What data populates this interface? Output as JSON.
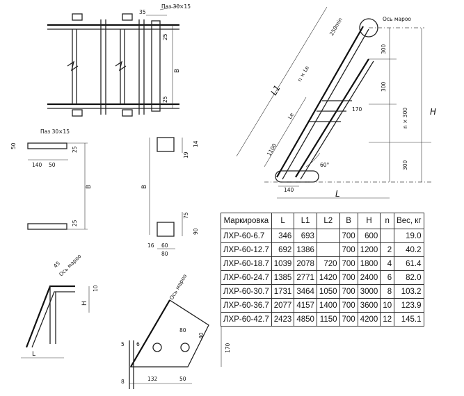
{
  "labels": {
    "paz_top": "Паз 30×15",
    "paz_side": "Паз 30×15",
    "os_maroo": "Ось марoo",
    "dim_35": "35",
    "dim_25a": "25",
    "dim_25b": "25",
    "dim_B_top": "В",
    "dim_250min": "250min",
    "dim_n_le": "n × Le",
    "dim_L1": "L1",
    "dim_L2": "Le",
    "dim_1100": "1100",
    "dim_300a": "300",
    "dim_300b": "300",
    "dim_300c": "300",
    "dim_n300": "n × 300",
    "dim_H": "Н",
    "dim_170": "170",
    "dim_60deg": "60°",
    "dim_140_stair": "140",
    "dim_L_stair": "L",
    "dim_50_side": "50",
    "dim_140_side": "140",
    "dim_50b_side": "50",
    "dim_25_side": "25",
    "dim_B_side": "В",
    "dim_25_side_b": "25",
    "dim_B_mid": "В",
    "dim_19": "19",
    "dim_14": "14",
    "dim_75": "75",
    "dim_90": "90",
    "dim_16": "16",
    "dim_60": "60",
    "dim_80": "80",
    "dim_H_small": "Н",
    "dim_10": "10",
    "dim_L_small": "L",
    "dim_45": "45",
    "os_small": "Ось марoo",
    "dim_5": "5",
    "dim_6": "6",
    "dim_8": "8",
    "dim_132": "132",
    "dim_50_bot": "50",
    "dim_80_bot": "80",
    "dim_40_bot": "40",
    "dim_170_bot": "170",
    "os_bot": "Ось марoo"
  },
  "table": {
    "headers": [
      "Маркировка",
      "L",
      "L1",
      "L2",
      "В",
      "Н",
      "n",
      "Вес, кг"
    ],
    "rows": [
      [
        "ЛХР-60-6.7",
        "346",
        "693",
        "",
        "700",
        "600",
        "",
        "19.0"
      ],
      [
        "ЛХР-60-12.7",
        "692",
        "1386",
        "",
        "700",
        "1200",
        "2",
        "40.2"
      ],
      [
        "ЛХР-60-18.7",
        "1039",
        "2078",
        "720",
        "700",
        "1800",
        "4",
        "61.4"
      ],
      [
        "ЛХР-60-24.7",
        "1385",
        "2771",
        "1420",
        "700",
        "2400",
        "6",
        "82.0"
      ],
      [
        "ЛХР-60-30.7",
        "1731",
        "3464",
        "1050",
        "700",
        "3000",
        "8",
        "103.2"
      ],
      [
        "ЛХР-60-36.7",
        "2077",
        "4157",
        "1400",
        "700",
        "3600",
        "10",
        "123.9"
      ],
      [
        "ЛХР-60-42.7",
        "2423",
        "4850",
        "1150",
        "700",
        "4200",
        "12",
        "145.1"
      ]
    ]
  }
}
